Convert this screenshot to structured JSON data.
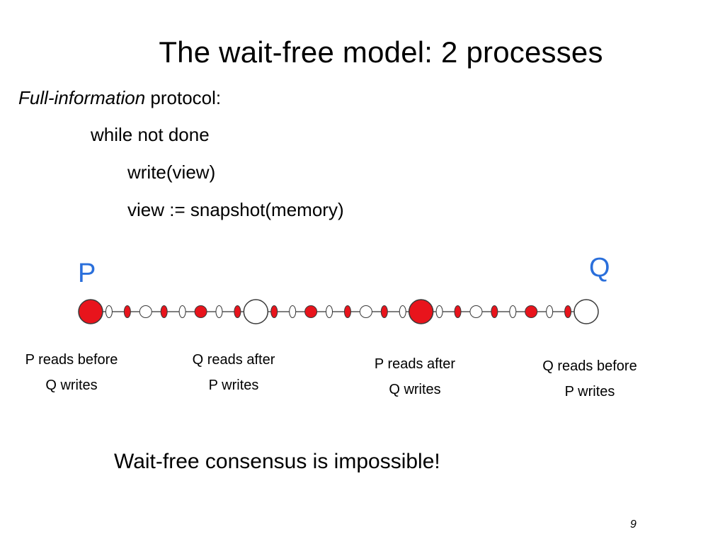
{
  "title": "The wait-free model: 2 processes",
  "intro": {
    "italic": "Full-information",
    "rest": " protocol:"
  },
  "code": {
    "line1": "while not done",
    "line2": "write(view)",
    "line3": "view := snapshot(memory)"
  },
  "processes": {
    "left": "P",
    "right": "Q"
  },
  "captions": [
    {
      "line1": "P reads before",
      "line2": "Q writes"
    },
    {
      "line1": "Q reads after",
      "line2": "P writes"
    },
    {
      "line1": "P reads after",
      "line2": "Q writes"
    },
    {
      "line1": "Q reads before",
      "line2": "P writes"
    }
  ],
  "conclusion": "Wait-free consensus is impossible!",
  "page_number": "9",
  "colors": {
    "red": "#e8141c",
    "white": "#ffffff",
    "outline": "#3a3a3a",
    "line": "#555555",
    "label_blue": "#2a6fdb"
  },
  "diagram": {
    "node_sequence": [
      {
        "shape": "big",
        "fill": "red"
      },
      {
        "shape": "small",
        "fill": "white"
      },
      {
        "shape": "small",
        "fill": "red"
      },
      {
        "shape": "medium",
        "fill": "white"
      },
      {
        "shape": "small",
        "fill": "red"
      },
      {
        "shape": "small",
        "fill": "white"
      },
      {
        "shape": "medium",
        "fill": "red"
      },
      {
        "shape": "small",
        "fill": "white"
      },
      {
        "shape": "small",
        "fill": "red"
      },
      {
        "shape": "big",
        "fill": "white"
      },
      {
        "shape": "small",
        "fill": "red"
      },
      {
        "shape": "small",
        "fill": "white"
      },
      {
        "shape": "medium",
        "fill": "red"
      },
      {
        "shape": "small",
        "fill": "white"
      },
      {
        "shape": "small",
        "fill": "red"
      },
      {
        "shape": "medium",
        "fill": "white"
      },
      {
        "shape": "small",
        "fill": "red"
      },
      {
        "shape": "small",
        "fill": "white"
      },
      {
        "shape": "big",
        "fill": "red"
      },
      {
        "shape": "small",
        "fill": "white"
      },
      {
        "shape": "small",
        "fill": "red"
      },
      {
        "shape": "medium",
        "fill": "white"
      },
      {
        "shape": "small",
        "fill": "red"
      },
      {
        "shape": "small",
        "fill": "white"
      },
      {
        "shape": "medium",
        "fill": "red"
      },
      {
        "shape": "small",
        "fill": "white"
      },
      {
        "shape": "small",
        "fill": "red"
      },
      {
        "shape": "big",
        "fill": "white"
      }
    ]
  }
}
